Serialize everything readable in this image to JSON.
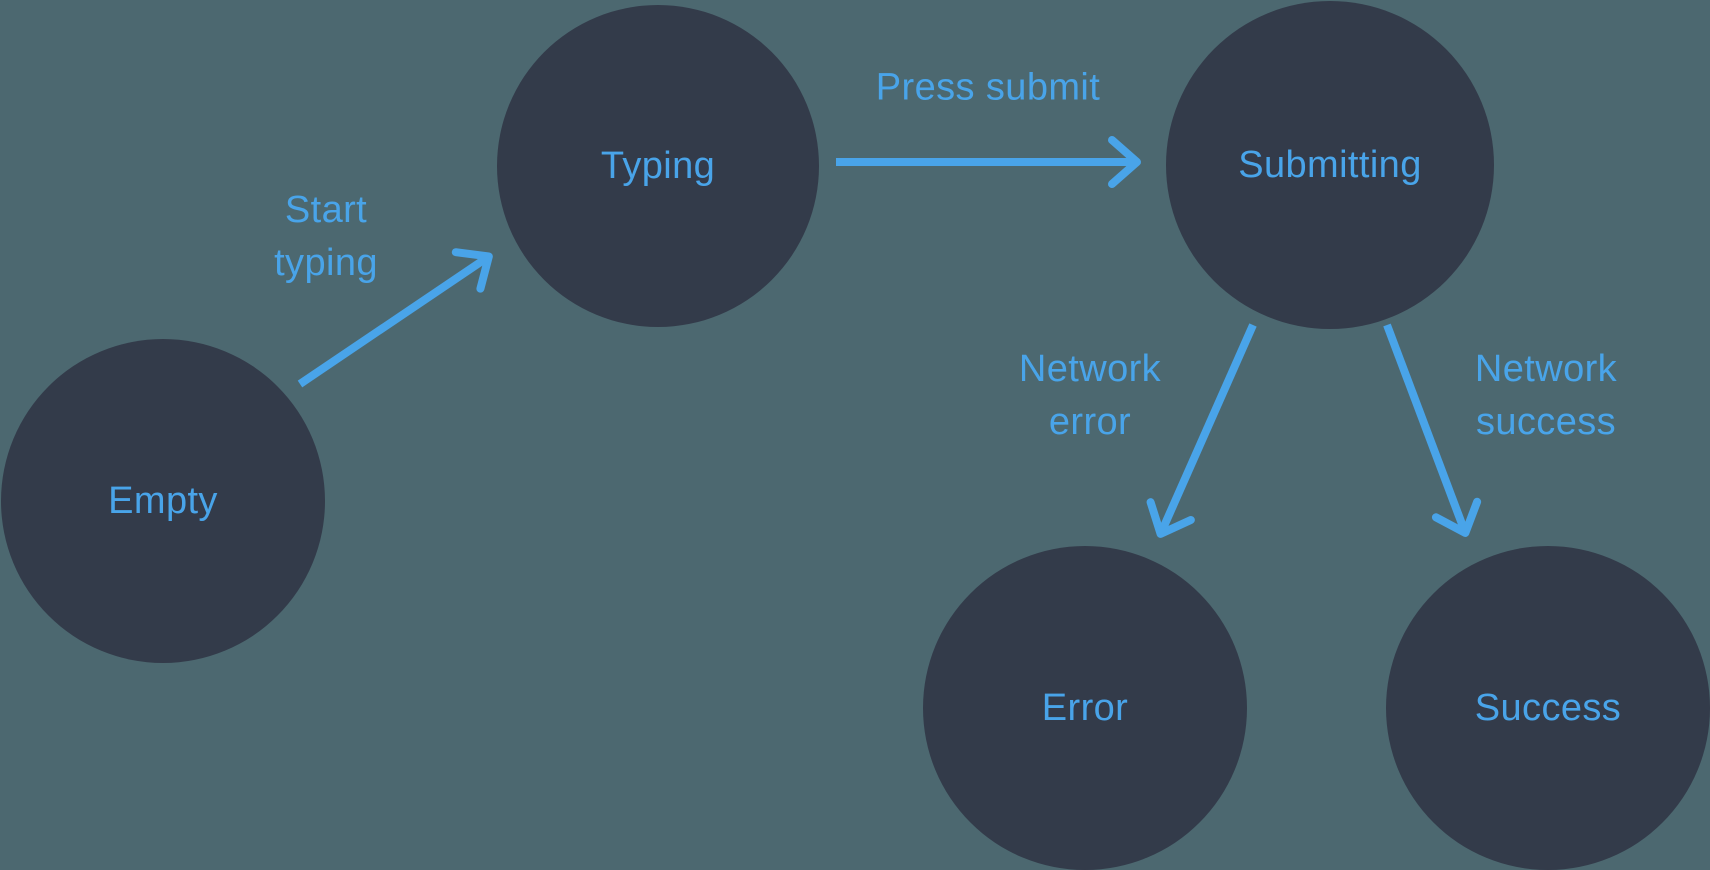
{
  "colors": {
    "background": "#4C6870",
    "node_fill": "#333B4A",
    "accent": "#49A4E9"
  },
  "nodes": {
    "empty": {
      "label": "Empty"
    },
    "typing": {
      "label": "Typing"
    },
    "submitting": {
      "label": "Submitting"
    },
    "error": {
      "label": "Error"
    },
    "success": {
      "label": "Success"
    }
  },
  "edges": {
    "start_typing": {
      "line1": "Start",
      "line2": "typing"
    },
    "press_submit": {
      "line1": "Press submit"
    },
    "network_error": {
      "line1": "Network",
      "line2": "error"
    },
    "network_success": {
      "line1": "Network",
      "line2": "success"
    }
  }
}
